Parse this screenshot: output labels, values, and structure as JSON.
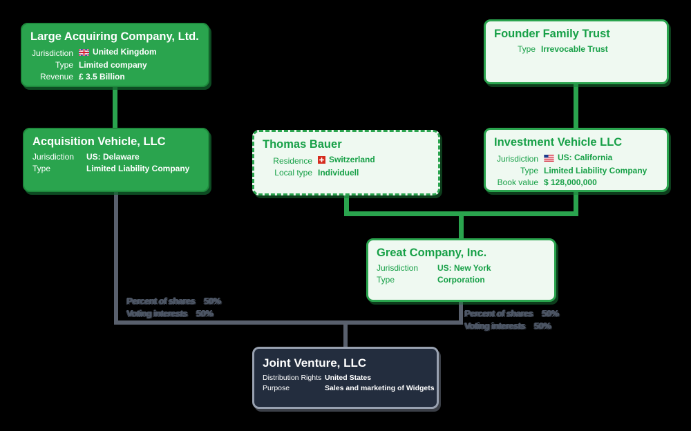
{
  "colors": {
    "node_green_fill": "#2aa44e",
    "node_green_border": "#1f8a3d",
    "node_light_fill": "#eff9f1",
    "node_light_text": "#17a047",
    "node_dark_fill": "#232d3e",
    "node_dark_border": "#98a1b0",
    "connector_green": "#2aa44e",
    "connector_gray": "#59606d",
    "edge_label_text": "#4d5665",
    "background": "#000000"
  },
  "boxes": {
    "large_acquiring": {
      "title": "Large Acquiring Company, Ltd.",
      "fields": [
        {
          "label": "Jurisdiction",
          "flag": "uk-flag-icon",
          "value": "United Kingdom"
        },
        {
          "label": "Type",
          "value": "Limited company"
        },
        {
          "label": "Revenue",
          "value": "£ 3.5 Billion"
        }
      ]
    },
    "founder_trust": {
      "title": "Founder Family Trust",
      "fields": [
        {
          "label": "Type",
          "value": "Irrevocable Trust"
        }
      ]
    },
    "acquisition_vehicle": {
      "title": "Acquisition Vehicle, LLC",
      "fields": [
        {
          "label": "Jurisdiction",
          "value": "US: Delaware"
        },
        {
          "label": "Type",
          "value": "Limited Liability Company"
        }
      ]
    },
    "thomas_bauer": {
      "title": "Thomas Bauer",
      "fields": [
        {
          "label": "Residence",
          "flag": "swiss-flag-icon",
          "value": "Switzerland"
        },
        {
          "label": "Local type",
          "value": "Individuell"
        }
      ]
    },
    "investment_vehicle": {
      "title": "Investment Vehicle LLC",
      "fields": [
        {
          "label": "Jurisdiction",
          "flag": "us-flag-icon",
          "value": "US: California"
        },
        {
          "label": "Type",
          "value": "Limited Liability Company"
        },
        {
          "label": "Book value",
          "value": "$ 128,000,000"
        }
      ]
    },
    "great_company": {
      "title": "Great Company, Inc.",
      "fields": [
        {
          "label": "Jurisdiction",
          "value": "US: New York"
        },
        {
          "label": "Type",
          "value": "Corporation"
        }
      ]
    },
    "joint_venture": {
      "title": "Joint Venture, LLC",
      "fields": [
        {
          "label": "Distribution Rights",
          "value": "United States"
        },
        {
          "label": "Purpose",
          "value": "Sales and marketing of Widgets"
        }
      ]
    }
  },
  "edge_labels": {
    "left": {
      "rows": [
        {
          "label": "Percent of shares",
          "value": "50%"
        },
        {
          "label": "Voting interests",
          "value": "50%"
        }
      ]
    },
    "right": {
      "rows": [
        {
          "label": "Percent of shares",
          "value": "50%"
        },
        {
          "label": "Voting interests",
          "value": "50%"
        }
      ]
    }
  }
}
